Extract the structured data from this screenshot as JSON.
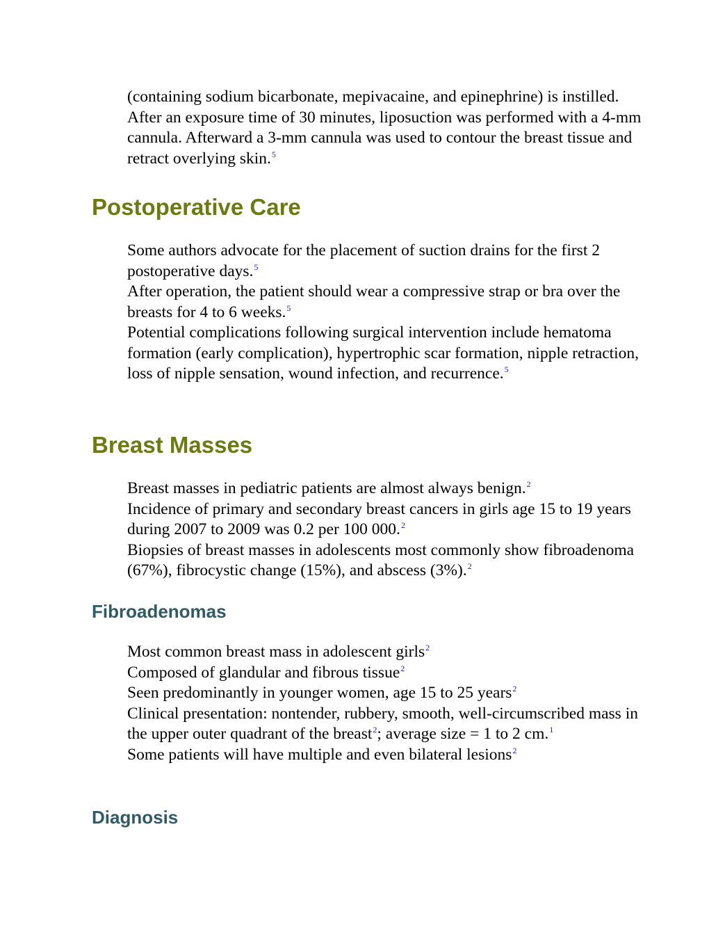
{
  "intro": {
    "text": "(containing sodium bicarbonate, mepivacaine, and epinephrine) is instilled. After an exposure time of 30 minutes, liposuction was performed with a 4-mm cannula. Afterward a 3-mm cannula was used to contour the breast tissue and retract overlying skin.",
    "ref": "5"
  },
  "postop": {
    "heading": "Postoperative Care",
    "items": [
      {
        "text": "Some authors advocate for the placement of suction drains for the first 2 postoperative days.",
        "ref": "5"
      },
      {
        "text": "After operation, the patient should wear a compressive strap or bra over the breasts for 4 to 6 weeks.",
        "ref": "5"
      },
      {
        "text": "Potential complications following surgical intervention include hematoma formation (early complication), hypertrophic scar formation, nipple retraction, loss of nipple sensation, wound infection, and recurrence.",
        "ref": "5"
      }
    ]
  },
  "masses": {
    "heading": "Breast Masses",
    "items": [
      {
        "text": "Breast masses in pediatric patients are almost always benign.",
        "ref": "2"
      },
      {
        "text": "Incidence of primary and secondary breast cancers in girls age 15 to 19 years during 2007 to 2009 was 0.2 per 100 000.",
        "ref": "2"
      },
      {
        "text": "Biopsies of breast masses in adolescents most commonly show fibroadenoma (67%), fibrocystic change (15%), and abscess (3%).",
        "ref": "2"
      }
    ]
  },
  "fibro": {
    "heading": "Fibroadenomas",
    "items": [
      {
        "text": "Most common breast mass in adolescent girls",
        "ref": "2"
      },
      {
        "text": "Composed of glandular and fibrous tissue",
        "ref": "2"
      },
      {
        "text": "Seen predominantly in younger women, age 15 to 25 years",
        "ref": "2"
      },
      {
        "text_a": "Clinical presentation: nontender, rubbery, smooth, well-circumscribed mass in the upper outer quadrant of the breast",
        "ref_a": "2",
        "text_b": "; average size = 1 to 2 cm.",
        "ref_b": "1"
      },
      {
        "text": "Some patients will have multiple and even bilateral lesions",
        "ref": "2"
      }
    ]
  },
  "diagnosis": {
    "heading": "Diagnosis"
  },
  "colors": {
    "h1": "#6b7a12",
    "h2": "#2f5a66",
    "ref": "#1a1acc"
  }
}
